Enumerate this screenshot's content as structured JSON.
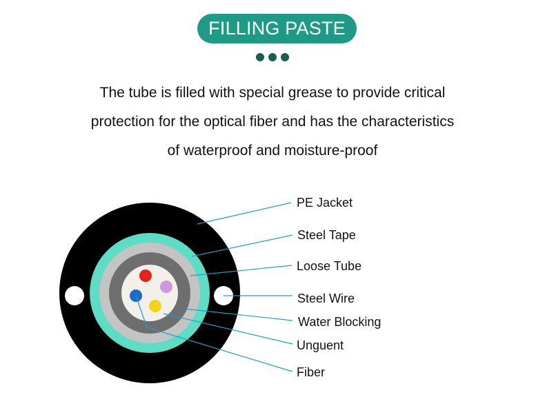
{
  "header": {
    "title": "FILLING PASTE"
  },
  "description": {
    "lines": [
      "The tube is filled with special grease to provide critical",
      "protection for the optical fiber and has the characteristics",
      "of waterproof and moisture-proof"
    ]
  },
  "diagram": {
    "labels": [
      "PE Jacket",
      "Steel Tape",
      "Loose Tube",
      "Steel Wire",
      "Water Blocking",
      "Unguent",
      "Fiber"
    ],
    "colors": {
      "accent": "#1f9a87",
      "dots": "#175e4f",
      "jacket": "#000000",
      "steel_tape": "#5fdcc4",
      "water_blocking": "#c4c4c4",
      "loose_tube": "#6e6e6e",
      "unguent": "#f2f0e8",
      "leader_line": "#1a9fd1",
      "fiber_red": "#e3221b",
      "fiber_violet": "#cc99e0",
      "fiber_blue": "#1d6bc2",
      "fiber_yellow": "#f3d21a"
    }
  }
}
